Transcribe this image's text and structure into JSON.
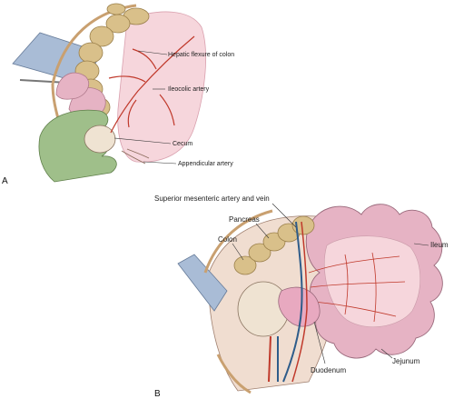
{
  "figure": {
    "panel_a": {
      "letter": "A",
      "labels": {
        "hepatic_flexure": "Hepatic flexure of colon",
        "ileocolic_artery": "Ileocolic artery",
        "cecum": "Cecum",
        "appendicular_artery": "Appendicular artery"
      }
    },
    "panel_b": {
      "letter": "B",
      "labels": {
        "sma_smv": "Superior mesenteric artery and vein",
        "pancreas": "Pancreas",
        "colon": "Colon",
        "ileum": "Ileum",
        "duodenum": "Duodenum",
        "jejunum": "Jejunum"
      }
    },
    "colors": {
      "bowel_pink": "#e6b3c4",
      "mesentery_pink": "#f6d6dc",
      "colon_tan": "#d9c08a",
      "glove_green": "#9fbf8a",
      "retractor_blue": "#a9bcd6",
      "vessel_red": "#c0392b",
      "vessel_blue": "#2e5c8a"
    }
  }
}
